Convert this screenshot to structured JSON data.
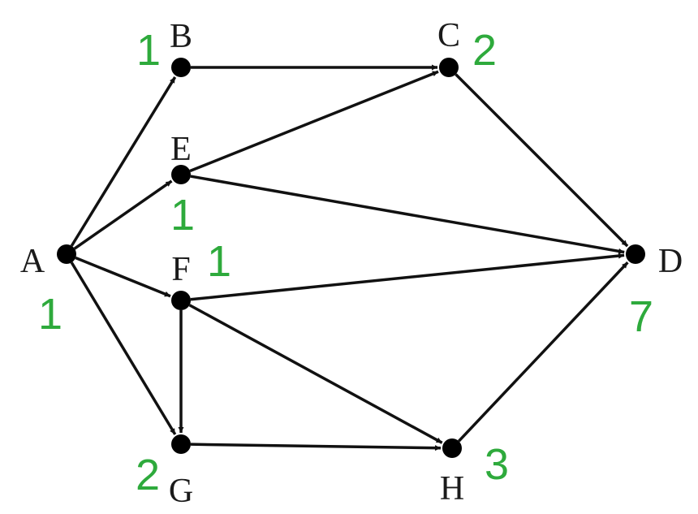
{
  "colors": {
    "edge": "#111111",
    "node": "#000000",
    "count": "#2eaa3c",
    "label": "#1a1a1a"
  },
  "nodes": [
    {
      "id": "A",
      "label": "A",
      "count": "1"
    },
    {
      "id": "B",
      "label": "B",
      "count": "1"
    },
    {
      "id": "C",
      "label": "C",
      "count": "2"
    },
    {
      "id": "D",
      "label": "D",
      "count": "7"
    },
    {
      "id": "E",
      "label": "E",
      "count": "1"
    },
    {
      "id": "F",
      "label": "F",
      "count": "1"
    },
    {
      "id": "G",
      "label": "G",
      "count": "2"
    },
    {
      "id": "H",
      "label": "H",
      "count": "3"
    }
  ],
  "edges": [
    {
      "from": "A",
      "to": "B"
    },
    {
      "from": "A",
      "to": "E"
    },
    {
      "from": "A",
      "to": "F"
    },
    {
      "from": "A",
      "to": "G"
    },
    {
      "from": "B",
      "to": "C"
    },
    {
      "from": "E",
      "to": "C"
    },
    {
      "from": "E",
      "to": "D"
    },
    {
      "from": "C",
      "to": "D"
    },
    {
      "from": "F",
      "to": "D"
    },
    {
      "from": "F",
      "to": "G"
    },
    {
      "from": "F",
      "to": "H"
    },
    {
      "from": "G",
      "to": "H"
    },
    {
      "from": "H",
      "to": "D"
    }
  ]
}
